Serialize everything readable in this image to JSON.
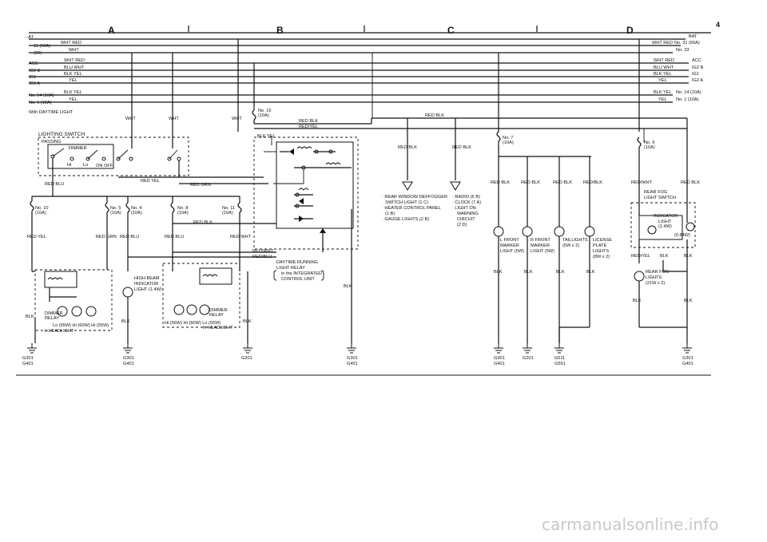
{
  "page_number": "4",
  "sections": [
    "A",
    "B",
    "C",
    "D"
  ],
  "left_rails": {
    "r1": "·.-AT",
    "r2": "11 (60A)",
    "r2w": "WHT RED",
    "r3": "(20)",
    "r3w": "WHT",
    "r4": "ACC",
    "r4w": "WHT RED",
    "r5": "IG2 B",
    "r5w": "BLU WHT",
    "r6": "IG1",
    "r6w": "BLK YEL",
    "r7": "IG2 A",
    "r7w": "YEL",
    "r8": "No. 14 (10A)",
    "r8w": "BLK YEL",
    "r9": "No. 1 (10A)",
    "r9w": "YEL",
    "r10": "With DAYTIME LIGHT"
  },
  "right_rails": {
    "bat": "BAT",
    "whtred": "WHT RED",
    "no31": "No. 31 (60A)",
    "no33": "No. 33",
    "whtred2": "WHT RED",
    "acc": "ACC",
    "bluwht": "BLU WHT",
    "ig2b": "IG2 B",
    "blkyel": "BLK YEL",
    "ig1": "IG1",
    "yel": "YEL",
    "ig2a": "IG2 A",
    "blkyel2": "BLK YEL",
    "no14": "No. 14 (10A)",
    "yel2": "YEL",
    "no1": "No. 1 (10A)"
  },
  "fuses": {
    "no16": "No. 16",
    "no16a": "(10A)",
    "no10": "No. 10",
    "no10a": "(10A)",
    "no5": "No. 5",
    "no5a": "(10A)",
    "no4": "No. 4",
    "no4a": "(10A)",
    "no8": "No. 8",
    "no8a": "(10A)",
    "no11": "No. 11",
    "no11a": "(10A)",
    "no7": "No. 7",
    "no7a": "(10A)",
    "no9": "No. 9",
    "no9a": "(10A)"
  },
  "wires": {
    "wht1": "WHT",
    "wht2": "WHT",
    "wht3": "WHT",
    "redblk_top": "RED BLK",
    "redblk": "RED BLK",
    "redyel": "RED/YEL",
    "blkyel": "BLK YEL",
    "redblu": "RED BLU",
    "redyel2": "RED YEL",
    "redgrn": "RED GRN",
    "redblk2": "RED BLK",
    "redyel3": "RED YEL",
    "redgrn2": "RED GRN",
    "redblu2": "RED BLU",
    "redblu3": "RED BLU",
    "redwht": "RED WHT",
    "redwht2": "RED/WHT",
    "redblu4": "RED/BLU",
    "redblk_c1": "RED BLK",
    "redblk_c2": "RED BLK",
    "redblk_c3": "RED BLK",
    "redblk_c4": "RED BLK",
    "redblk_c5": "RED BLK",
    "redblk_c6": "RED/BLK",
    "redwht_d": "RED/WHT",
    "redblk_d": "RED BLK",
    "redyel_d": "RED/YEL",
    "blk_d1": "BLK",
    "blk_d2": "BLK",
    "blk_d3": "BLK",
    "blk_d4": "BLK",
    "blk_a": "BLK",
    "blk_hb": "BLK",
    "blk_b": "BLK",
    "blk_c": "BLK",
    "blk_l1": "BLK",
    "blk_l2": "BLK",
    "blk_l3": "BLK",
    "blk_l4": "BLK"
  },
  "components": {
    "lighting_switch": "LIGHTING SWITCH",
    "passing": "PASSING",
    "dimmer": "DIMMER",
    "hi": "Hi",
    "lo": "Lo",
    "on_off": "ON OFF",
    "high_beam_1": "HIGH BEAM",
    "high_beam_2": "INDICATOR",
    "high_beam_3": "LIGHT (1.4W)",
    "dimmer_relay_l1": "DIMMER",
    "dimmer_relay_l2": "RELAY",
    "l_headlight_1": "Lo (55W)  Hi (60W)  Hi (55W)",
    "l_headlight_2": "L HEADLIGHT",
    "dimmer_relay_r1": "DIMMER",
    "dimmer_relay_r2": "RELAY",
    "r_headlight_1": "Hi (55W)  Hi (60W)  Lo (55W)",
    "r_headlight_2": "R HEADLIGHT",
    "drl_1": "DAYTIME RUNNING",
    "drl_2": "LIGHT RELAY",
    "drl_3": "in the INTEGRATED",
    "drl_4": "CONTROL UNIT",
    "list_c1": "· REAR WINDOW DEFFOGGER",
    "list_c2": "SWITCH LIGHT  (1 C)",
    "list_c3": "· HEATER CONTROL PANEL",
    "list_c4": "(1 B)",
    "list_c5": "· GAUGE LIGHTS  (2 B)",
    "list_c6": "· RADIO  (6 B)",
    "list_c7": "· CLOCK  (7 A)",
    "list_c8": "· LIGHT ON",
    "list_c9": "WARNING",
    "list_c10": "CIRCUIT",
    "list_c11": "(2 D)",
    "l_front_1": "L FRONT",
    "l_front_2": "MARKER",
    "l_front_3": "LIGHT (5W)",
    "r_front_1": "R FRONT",
    "r_front_2": "MARKER",
    "r_front_3": "LIGHT (5W)",
    "tail_1": "TAILLIGHTS",
    "tail_2": "(5W x 2)",
    "lic_1": "LICENSE",
    "lic_2": "PLATE",
    "lic_3": "LIGHTS",
    "lic_4": "(8W x 2)",
    "fog_sw_1": "REAR FOG",
    "fog_sw_2": "LIGHT SWITCH",
    "ind_1": "INDICATOR",
    "ind_2": "LIGHT",
    "ind_3": "(1.4W)",
    "ind_4": "(0.84W)",
    "fog_1": "REAR FOG",
    "fog_2": "LIGHTS",
    "fog_3": "(21W x 2)"
  },
  "grounds": {
    "g1a": "G301",
    "g1b": "G401",
    "g2a": "G301",
    "g2b": "G401",
    "g3": "G201",
    "g4a": "G301",
    "g4b": "G401",
    "g5a": "G301",
    "g5b": "G401",
    "g6": "G201",
    "g7a": "G511",
    "g7b": "G551",
    "g8a": "G301",
    "g8b": "G401"
  },
  "watermark": "carmanualsonline.info"
}
